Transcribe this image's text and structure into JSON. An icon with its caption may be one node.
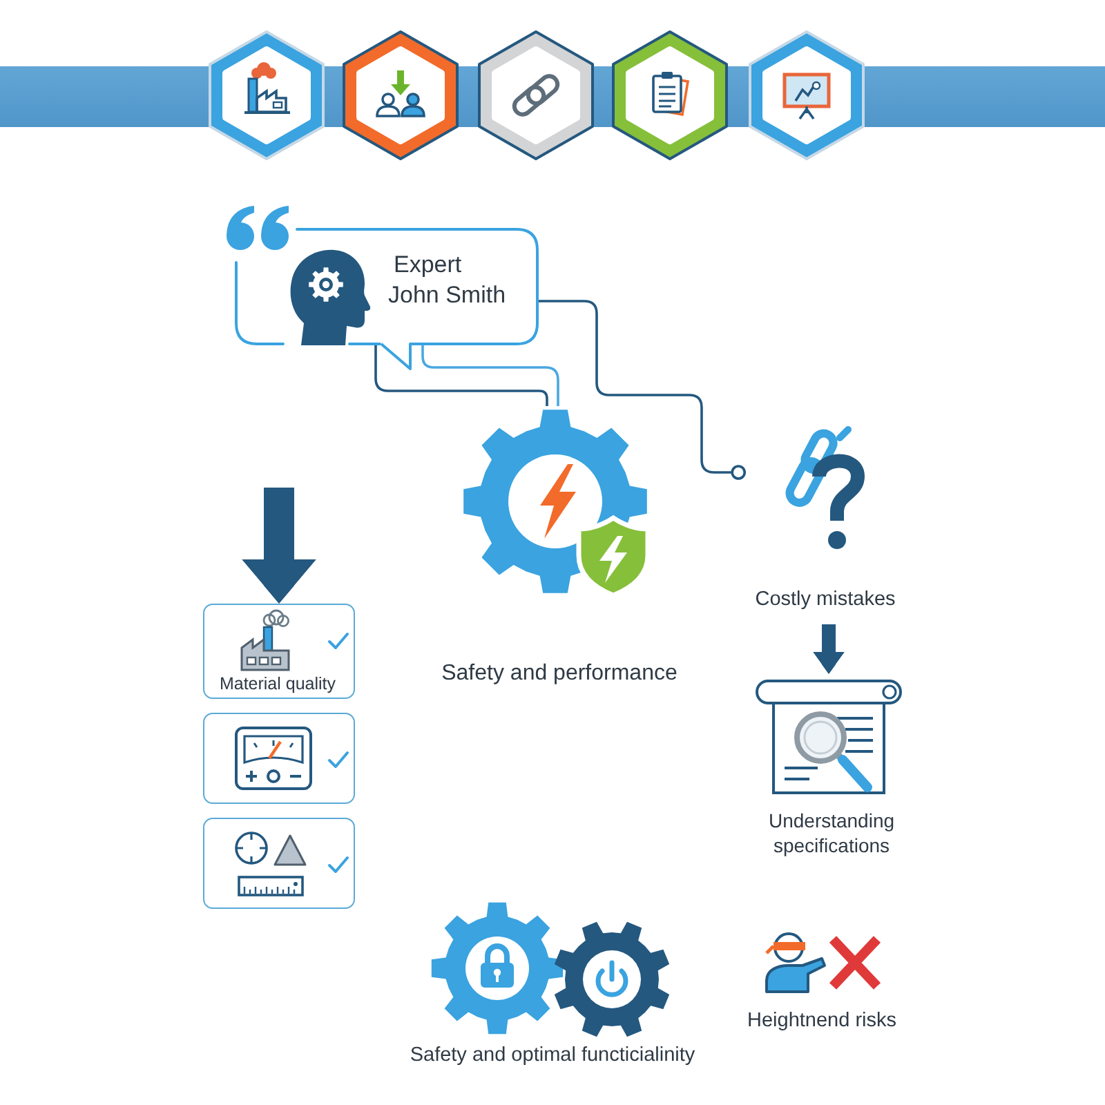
{
  "diagram": {
    "nodes": [
      {
        "text": [
          "Expert",
          "John Smith"
        ]
      },
      {
        "text": [
          "Safety and performance"
        ]
      },
      {
        "text": [
          "Costly mistakes"
        ]
      },
      {
        "text": [
          "Understanding specifications"
        ]
      },
      {
        "text": [
          "Material quality"
        ]
      },
      {
        "text": [],
        "shape": "box"
      },
      {
        "text": [],
        "shape": "box"
      },
      {
        "text": [
          "Safety and optimal functicialinity"
        ]
      },
      {
        "text": [
          "Heightnend risks"
        ]
      }
    ],
    "edges": [
      {
        "from": 0,
        "to": 1,
        "arrow": "none"
      },
      {
        "from": 0,
        "to": 1,
        "arrow": "none",
        "color": "#4aa8e0"
      },
      {
        "from": 0,
        "to": 2,
        "arrow": "other"
      },
      {
        "from": null,
        "to": 4,
        "arrow": "to",
        "style": "thick"
      },
      {
        "from": 2,
        "to": 3,
        "arrow": "to",
        "style": "thick"
      }
    ]
  }
}
